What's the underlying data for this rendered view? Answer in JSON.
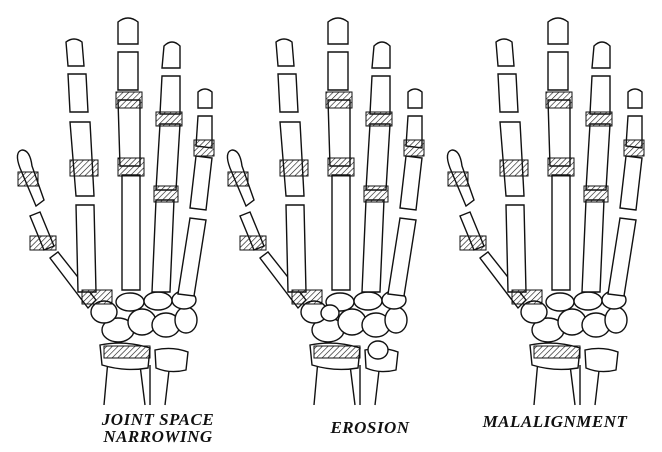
{
  "figure": {
    "panels": [
      {
        "id": "joint-space-narrowing",
        "caption_line1": "JOINT SPACE",
        "caption_line2": "NARROWING"
      },
      {
        "id": "erosion",
        "caption_line1": "EROSION"
      },
      {
        "id": "malalignment",
        "caption_line1": "MALALIGNMENT"
      }
    ]
  },
  "colors": {
    "ink": "#111111",
    "background": "#ffffff"
  }
}
